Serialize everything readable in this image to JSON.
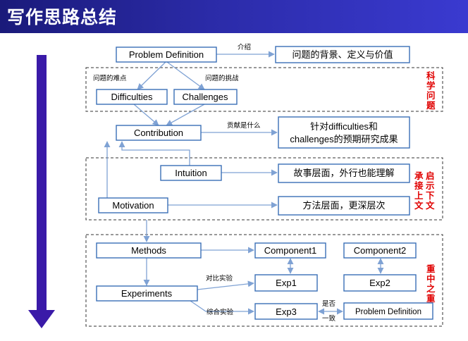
{
  "title": "写作思路总结",
  "colors": {
    "banner": "#2b2ba8",
    "arrow": "#3a1aa8",
    "node_border": "#3a6fb6",
    "edge": "#7fa2d4",
    "section_label": "#e00000"
  },
  "nodes": {
    "problem_definition": "Problem Definition",
    "background": "问题的背景、定义与价值",
    "difficulties": "Difficulties",
    "challenges": "Challenges",
    "contribution": "Contribution",
    "targeted_results": [
      "针对difficulties和",
      "challenges的预期研究成果"
    ],
    "intuition": "Intuition",
    "story_level": "故事层面，外行也能理解",
    "motivation": "Motivation",
    "method_level": "方法层面，更深层次",
    "methods": "Methods",
    "component1": "Component1",
    "component2": "Component2",
    "experiments": "Experiments",
    "exp1": "Exp1",
    "exp2": "Exp2",
    "exp3": "Exp3",
    "problem_definition_2": "Problem Definition"
  },
  "edge_labels": {
    "intro": "介绍",
    "difficulty_of_problem": "问题的难点",
    "challenge_of_problem": "问题的挑战",
    "what_contribution": "贡献是什么",
    "comparison_experiment": "对比实验",
    "comprehensive_experiment": "综合实验",
    "consistent": [
      "是否",
      "一致"
    ]
  },
  "sections": {
    "scientific_question": [
      "科",
      "学",
      "问",
      "题"
    ],
    "inspire": [
      "启",
      "示",
      "下",
      "文"
    ],
    "connect": [
      "承",
      "接",
      "上",
      "文"
    ],
    "key_point": [
      "重",
      "中",
      "之",
      "重"
    ]
  }
}
